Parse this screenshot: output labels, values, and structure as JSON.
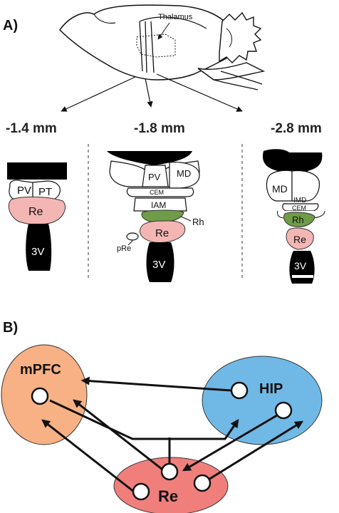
{
  "panel_a": {
    "label": "A)",
    "thalamus_label": "Thalamus",
    "depths": [
      "-1.4 mm",
      "-1.8 mm",
      "-2.8 mm"
    ],
    "section1": {
      "pv": "PV",
      "pt": "PT",
      "re": "Re",
      "ventricle": "3V"
    },
    "section2": {
      "pv": "PV",
      "md": "MD",
      "cem": "CEM",
      "iam": "IAM",
      "rh": "Rh",
      "re": "Re",
      "pre": "pRe",
      "ventricle": "3V"
    },
    "section3": {
      "md": "MD",
      "imd": "IMD",
      "cem": "CEM",
      "rh": "Rh",
      "re": "Re",
      "ventricle": "3V"
    }
  },
  "panel_b": {
    "label": "B)",
    "nodes": {
      "mpfc": "mPFC",
      "hip": "HIP",
      "re": "Re"
    }
  },
  "colors": {
    "re_pink": "#f4b6b4",
    "rh_green": "#6e9c48",
    "mpfc_orange": "#f8b184",
    "hip_blue": "#70b9e6",
    "re_ellipse": "#f07f7c"
  }
}
